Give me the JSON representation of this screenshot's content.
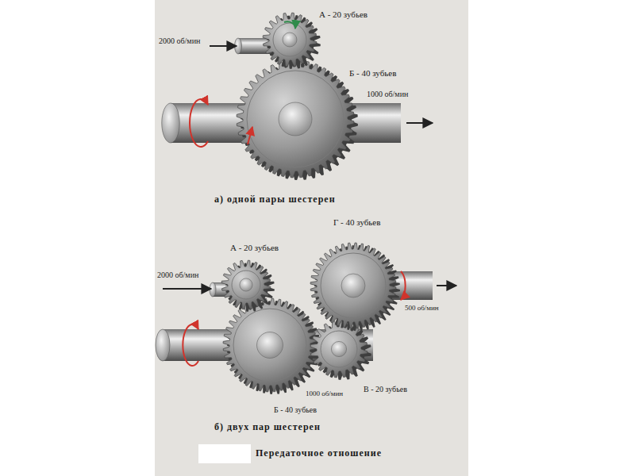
{
  "diagram": {
    "caption": "Передаточное отношение",
    "labels": [
      "А - 20 зубьев",
      "2000 об/мин",
      "Б - 40 зубьев",
      "1000 об/мин",
      "а) одной пары шестерен",
      "Г - 40 зубьев",
      "А - 20 зубьев",
      "2000 об/мин",
      "500 об/мин",
      "1000 об/мин",
      "В - 20 зубьев",
      "Б - 40 зубьев",
      "б) двух пар шестерен"
    ]
  }
}
